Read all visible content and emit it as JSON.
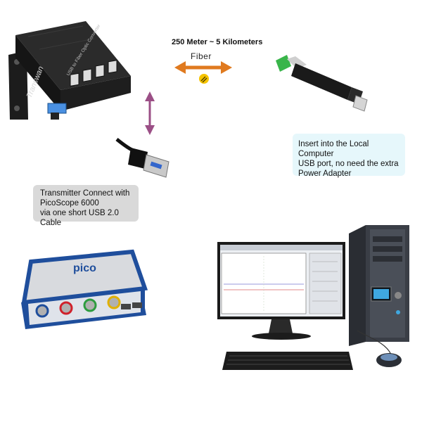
{
  "fiber_link": {
    "distance_label": "250 Meter ~ 5 Kilometers",
    "medium_label": "Fiber"
  },
  "transmitter": {
    "brand": "Transwan",
    "model_text": "USB to Fiber Optic Converter",
    "usb_port_count": 4
  },
  "callouts": {
    "local_computer": [
      "Insert into the Local Computer",
      "USB port,  no need the extra",
      "Power Adapter"
    ],
    "transmitter_connect": [
      "Transmitter Connect with",
      "PicoScope 6000",
      "via one short USB 2.0 Cable"
    ]
  },
  "oscilloscope": {
    "brand": "pico"
  },
  "colors": {
    "fiber_arrow": "#e07a1f",
    "vertical_arrow": "#9b4f86",
    "callout_blue": "#e6f7fb",
    "callout_gray": "#d9d9d9",
    "pico_blue": "#1f4e9c"
  }
}
